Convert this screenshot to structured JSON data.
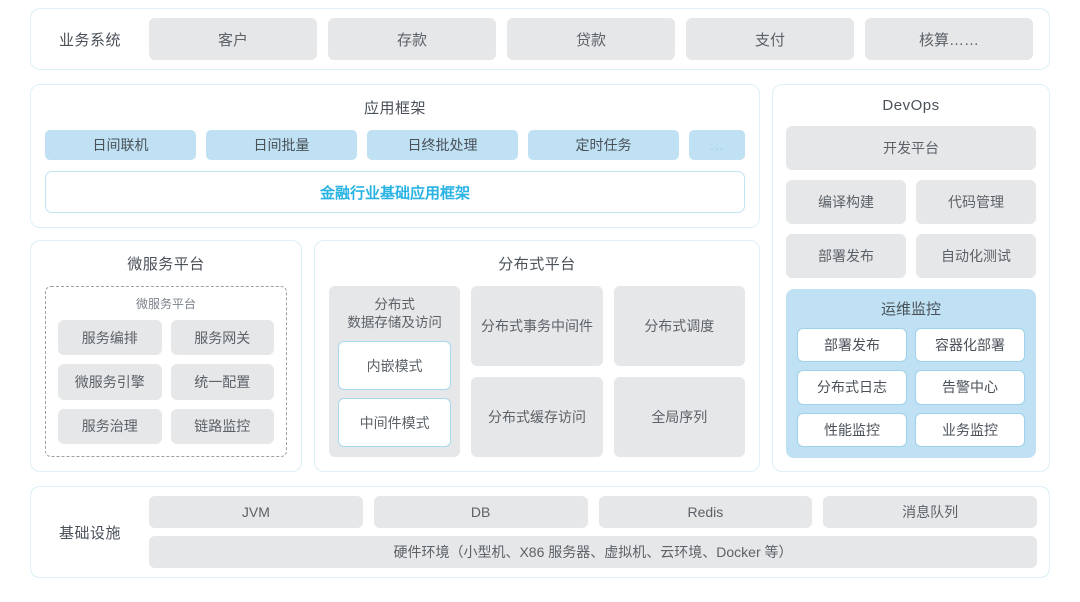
{
  "business_systems": {
    "label": "业务系统",
    "items": [
      "客户",
      "存款",
      "贷款",
      "支付",
      "核算……"
    ]
  },
  "app_framework": {
    "title": "应用框架",
    "pills": [
      "日间联机",
      "日间批量",
      "日终批处理",
      "定时任务",
      "..."
    ],
    "framework_bar": "金融行业基础应用框架"
  },
  "microservice_platform": {
    "title": "微服务平台",
    "inner_title": "微服务平台",
    "items": [
      "服务编排",
      "服务网关",
      "微服务引擎",
      "统一配置",
      "服务治理",
      "链路监控"
    ]
  },
  "distributed_platform": {
    "title": "分布式平台",
    "storage_card": {
      "title": "分布式\n数据存储及访问",
      "title_line1": "分布式",
      "title_line2": "数据存储及访问",
      "modes": [
        "内嵌模式",
        "中间件模式"
      ]
    },
    "column2": [
      "分布式\n事务中间件",
      "分布式\n缓存访问"
    ],
    "column2_lines": [
      [
        "分布式",
        "事务中间件"
      ],
      [
        "分布式",
        "缓存访问"
      ]
    ],
    "column3": [
      "分布式调度",
      "全局序列"
    ]
  },
  "devops": {
    "title": "DevOps",
    "platform": "开发平台",
    "items": [
      "编译构建",
      "代码管理",
      "部署发布",
      "自动化测试"
    ],
    "ops_monitoring": {
      "title": "运维监控",
      "items": [
        "部署发布",
        "容器化部署",
        "分布式日志",
        "告警中心",
        "性能监控",
        "业务监控"
      ]
    }
  },
  "infrastructure": {
    "label": "基础设施",
    "items": [
      "JVM",
      "DB",
      "Redis",
      "消息队列"
    ],
    "hardware_bar": "硬件环境（小型机、X86 服务器、虚拟机、云环境、Docker 等）"
  },
  "colors": {
    "accent_cyan": "#29b3e3",
    "pill_blue": "#bfe1f3",
    "card_gray": "#e6e7e8",
    "panel_border": "#dcf0f7",
    "text": "#5b6268"
  }
}
